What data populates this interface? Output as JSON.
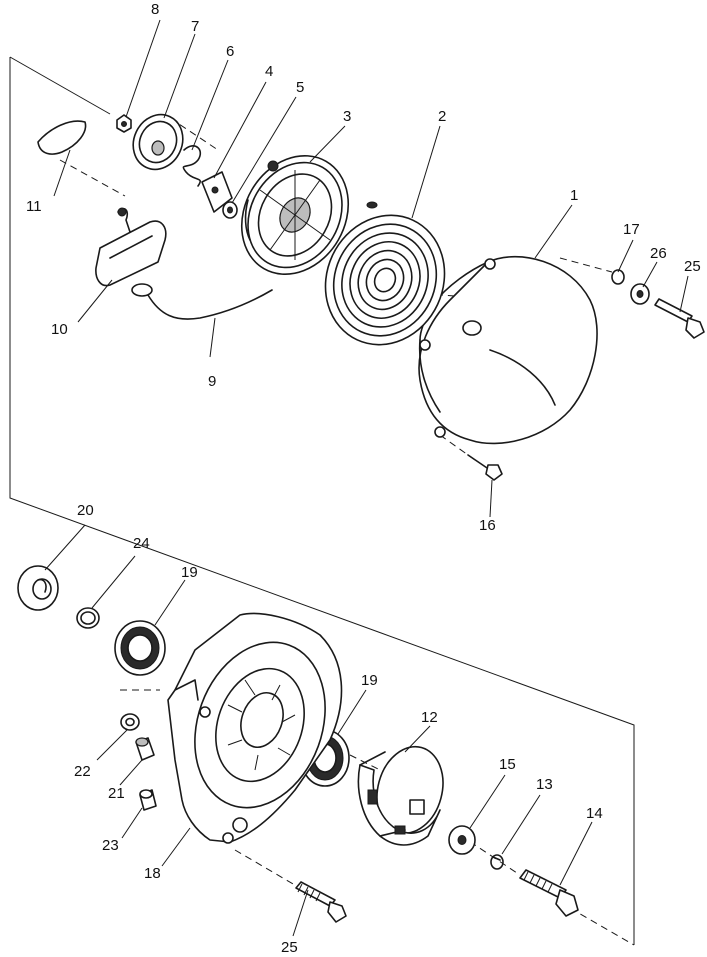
{
  "diagram": {
    "callouts": {
      "c1": "1",
      "c2": "2",
      "c3": "3",
      "c4": "4",
      "c5": "5",
      "c6": "6",
      "c7": "7",
      "c8": "8",
      "c9": "9",
      "c10": "10",
      "c11": "11",
      "c12": "12",
      "c13": "13",
      "c14": "14",
      "c15": "15",
      "c16": "16",
      "c17": "17",
      "c18": "18",
      "c19a": "19",
      "c19b": "19",
      "c20": "20",
      "c21": "21",
      "c22": "22",
      "c23": "23",
      "c24": "24",
      "c25a": "25",
      "c25b": "25",
      "c26": "26"
    }
  }
}
